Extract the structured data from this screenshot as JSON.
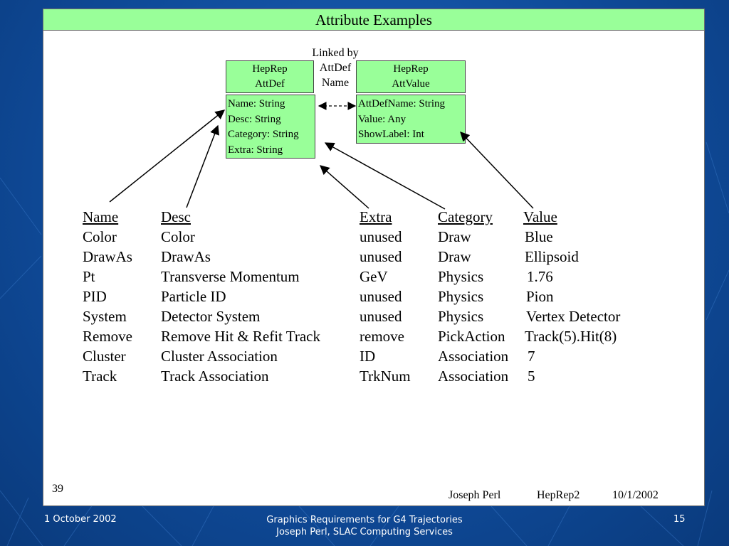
{
  "slide": {
    "title": "Attribute Examples",
    "attdef_header": [
      "HepRep",
      "AttDef"
    ],
    "attdef_fields": [
      "Name: String",
      "Desc: String",
      "Category: String",
      "Extra: String"
    ],
    "attvalue_header": [
      "HepRep",
      "AttValue"
    ],
    "attvalue_fields": [
      "AttDefName: String",
      "Value: Any",
      "ShowLabel: Int"
    ],
    "link_label": [
      "Linked by",
      "AttDef",
      "Name"
    ]
  },
  "table": {
    "headers": [
      "Name",
      "Desc",
      "Extra",
      "Category",
      "Value"
    ],
    "rows": [
      [
        "Color",
        "Color",
        "unused",
        "Draw",
        "Blue"
      ],
      [
        "DrawAs",
        "DrawAs",
        "unused",
        "Draw",
        "Ellipsoid"
      ],
      [
        "Pt",
        "Transverse Momentum",
        "GeV",
        "Physics",
        "1.76"
      ],
      [
        "PID",
        "Particle ID",
        "unused",
        "Physics",
        "Pion"
      ],
      [
        "System",
        "Detector System",
        "unused",
        "Physics",
        "Vertex Detector"
      ],
      [
        "Remove",
        "Remove Hit & Refit Track",
        "remove",
        "PickAction",
        "Track(5).Hit(8)"
      ],
      [
        "Cluster",
        "Cluster Association",
        "ID",
        "Association",
        "7"
      ],
      [
        "Track",
        "Track Association",
        "TrkNum",
        "Association",
        "5"
      ]
    ]
  },
  "inner_footer": {
    "page_number": "39",
    "author": "Joseph Perl",
    "project": "HepRep2",
    "date": "10/1/2002"
  },
  "outer_footer": {
    "date": "1 October 2002",
    "title_line1": "Graphics Requirements for G4 Trajectories",
    "title_line2": "Joseph Perl, SLAC Computing Services",
    "page": "15"
  },
  "colors": {
    "box_fill": "#99ff99",
    "background": "#0f4b9a"
  }
}
